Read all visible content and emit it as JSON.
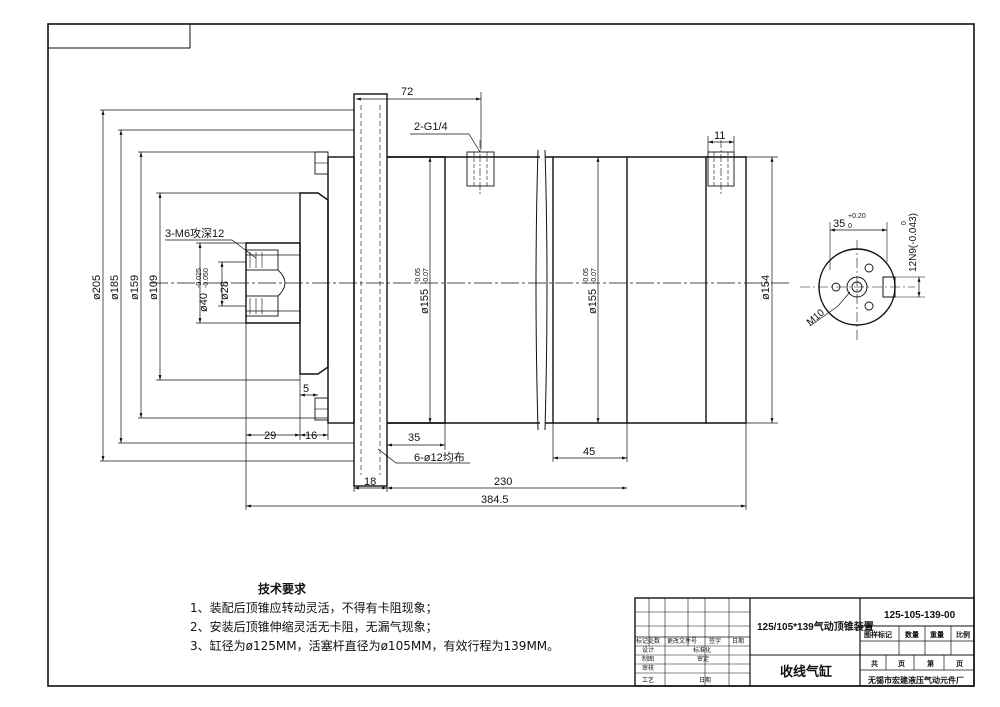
{
  "notes": {
    "title": "技术要求",
    "items": [
      "1、装配后顶锥应转动灵活，不得有卡阻现象；",
      "2、安装后顶锥伸缩灵活无卡阻，无漏气现象；",
      "3、缸径为ø125MM，活塞杆直径为ø105MM，有效行程为139MM。"
    ]
  },
  "dims": {
    "d72": "72",
    "port": "2-G1/4",
    "d11": "11",
    "tap": "3-M6攻深12",
    "d205": "ø205",
    "d185": "ø185",
    "d159": "ø159",
    "d109": "ø109",
    "d40": "ø40",
    "d40_tol_up": "-0.025",
    "d40_tol_low": "-0.050",
    "d28": "ø28",
    "d155a": "ø155",
    "d155a_tol_up": "-0.05",
    "d155a_tol_low": "-0.07",
    "d155b": "ø155",
    "d155b_tol_up": "-0.05",
    "d155b_tol_low": "-0.07",
    "d154": "ø154",
    "d5": "5",
    "d29": "29",
    "d16": "16",
    "d35": "35",
    "holes": "6-ø12均布",
    "d45": "45",
    "d18": "18",
    "d230": "230",
    "d384": "384.5",
    "d35r": "35",
    "d35r_tol": "+0.20",
    "d35r_tol0": "0",
    "d12n9": "12N9(-0.043)",
    "d12n9_tol0": "0",
    "m10": "M10"
  },
  "titleblock": {
    "name": "125/105*139气动顶锥装置",
    "code": "125-105-139-00",
    "part": "收线气缸",
    "company": "无锡市宏建液压气动元件厂",
    "stage_mark": "图样标记",
    "qty": "数量",
    "weight": "重量",
    "scale": "比例",
    "total": "共",
    "sheets": "页",
    "page": "第",
    "sheet2": "页",
    "mark": "标记处数",
    "change_doc": "更改文件号",
    "sign": "签字",
    "date": "日期",
    "design": "设计",
    "standard": "标准化",
    "draw": "制图",
    "approve": "审定",
    "check": "审核",
    "craft": "工艺",
    "date2": "日期"
  }
}
